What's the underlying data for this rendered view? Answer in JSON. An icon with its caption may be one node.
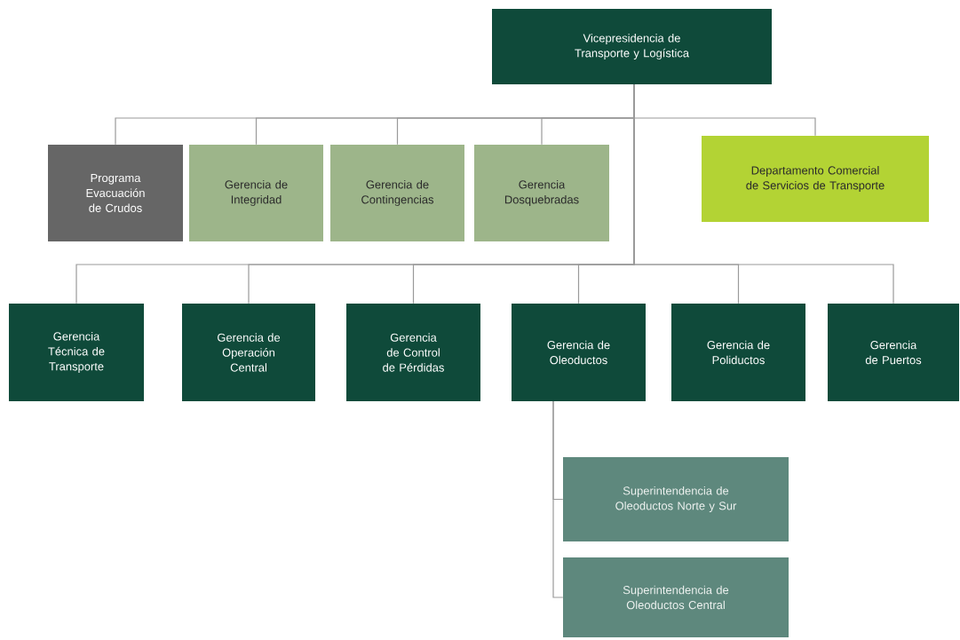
{
  "diagram": {
    "nodes": [
      {
        "text": [
          "Vicepresidencia de Transporte y Logística"
        ]
      },
      {
        "text": [
          "Programa Evacuación de Crudos"
        ]
      },
      {
        "text": [
          "Gerencia de Integridad"
        ]
      },
      {
        "text": [
          "Gerencia de Contingencias"
        ]
      },
      {
        "text": [
          "Gerencia Dosquebradas"
        ]
      },
      {
        "text": [
          "Departamento Comercial de Servicios de Transporte"
        ]
      },
      {
        "text": [
          "Gerencia Técnica de Transporte"
        ]
      },
      {
        "text": [
          "Gerencia de Operación Central"
        ]
      },
      {
        "text": [
          "Gerencia de Control de Pérdidas"
        ]
      },
      {
        "text": [
          "Gerencia de Oleoductos"
        ]
      },
      {
        "text": [
          "Gerencia de Poliductos"
        ]
      },
      {
        "text": [
          "Gerencia de Puertos"
        ]
      },
      {
        "text": [
          "Superintendencia de Oleoductos Norte y Sur"
        ]
      },
      {
        "text": [
          "Superintendencia de Oleoductos Central"
        ]
      }
    ],
    "edges": [
      {
        "from": 0,
        "to": 1,
        "arrow": "none"
      },
      {
        "from": 0,
        "to": 2,
        "arrow": "none"
      },
      {
        "from": 0,
        "to": 3,
        "arrow": "none"
      },
      {
        "from": 0,
        "to": 4,
        "arrow": "none"
      },
      {
        "from": 0,
        "to": 5,
        "arrow": "none"
      },
      {
        "from": 0,
        "to": 6,
        "arrow": "none"
      },
      {
        "from": 0,
        "to": 7,
        "arrow": "none"
      },
      {
        "from": 0,
        "to": 8,
        "arrow": "none"
      },
      {
        "from": 0,
        "to": 9,
        "arrow": "none"
      },
      {
        "from": 0,
        "to": 10,
        "arrow": "none"
      },
      {
        "from": 0,
        "to": 11,
        "arrow": "none"
      },
      {
        "from": 9,
        "to": 12,
        "arrow": "none"
      },
      {
        "from": 9,
        "to": 13,
        "arrow": "none"
      }
    ]
  }
}
